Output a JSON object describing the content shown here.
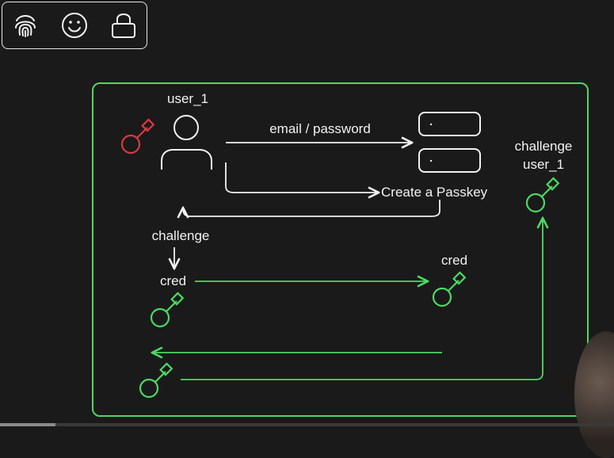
{
  "toolbar": {
    "icons": [
      "fingerprint-icon",
      "smiley-icon",
      "lock-icon"
    ]
  },
  "diagram": {
    "user_label": "user_1",
    "edge_email_password": "email / password",
    "create_passkey": "Create a Passkey",
    "challenge_left": "challenge",
    "cred_left": "cred",
    "cred_right": "cred",
    "challenge_right_line1": "challenge",
    "challenge_right_line2": "user_1"
  },
  "colors": {
    "background": "#1a1a1a",
    "stroke": "#f2f2f2",
    "frame_green": "#4cd964",
    "key_red": "#d9393f",
    "key_green": "#4cd964"
  },
  "video_progress": 0.09
}
